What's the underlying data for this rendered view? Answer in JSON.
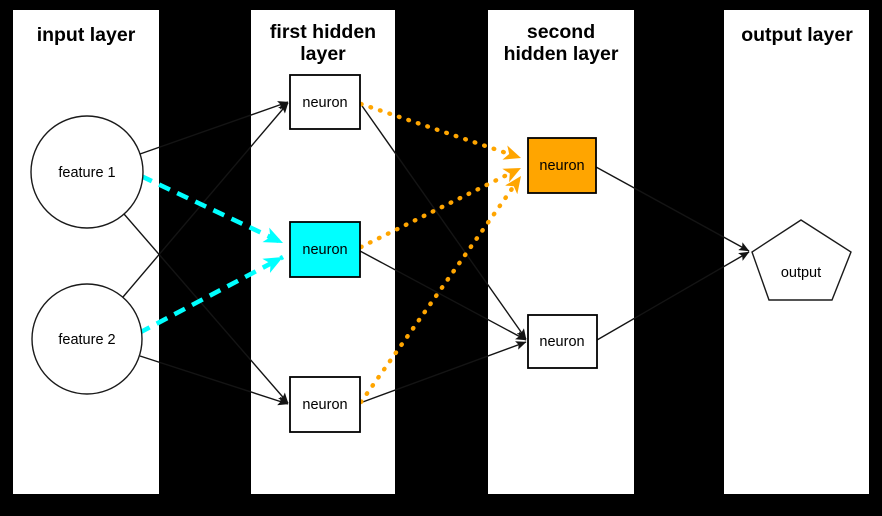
{
  "diagram": {
    "background_color": "#000000",
    "panel_color": "#ffffff",
    "edge_color": "#141414",
    "accent_cyan": "#00ffff",
    "accent_orange": "#ffa500",
    "panels": [
      {
        "id": "input-layer",
        "title_line1": "input layer",
        "title_line2": ""
      },
      {
        "id": "first-hidden-layer",
        "title_line1": "first hidden",
        "title_line2": "layer"
      },
      {
        "id": "second-hidden-layer",
        "title_line1": "second",
        "title_line2": "hidden layer"
      },
      {
        "id": "output-layer",
        "title_line1": "output layer",
        "title_line2": ""
      }
    ],
    "nodes": {
      "feature1": {
        "label": "feature 1",
        "shape": "circle",
        "fill": "#ffffff"
      },
      "feature2": {
        "label": "feature 2",
        "shape": "circle",
        "fill": "#ffffff"
      },
      "hidden1_neuron1": {
        "label": "neuron",
        "shape": "rect",
        "fill": "#ffffff"
      },
      "hidden1_neuron2": {
        "label": "neuron",
        "shape": "rect",
        "fill": "#00ffff"
      },
      "hidden1_neuron3": {
        "label": "neuron",
        "shape": "rect",
        "fill": "#ffffff"
      },
      "hidden2_neuron1": {
        "label": "neuron",
        "shape": "rect",
        "fill": "#ffa500"
      },
      "hidden2_neuron2": {
        "label": "neuron",
        "shape": "rect",
        "fill": "#ffffff"
      },
      "output": {
        "label": "output",
        "shape": "pentagon",
        "fill": "#ffffff"
      }
    },
    "edges": {
      "black_solid": [
        {
          "from": "feature1",
          "to": "hidden1_neuron1"
        },
        {
          "from": "feature1",
          "to": "hidden1_neuron3"
        },
        {
          "from": "feature2",
          "to": "hidden1_neuron1"
        },
        {
          "from": "feature2",
          "to": "hidden1_neuron3"
        },
        {
          "from": "hidden1_neuron1",
          "to": "hidden2_neuron2"
        },
        {
          "from": "hidden1_neuron2",
          "to": "hidden2_neuron2"
        },
        {
          "from": "hidden1_neuron3",
          "to": "hidden2_neuron2"
        },
        {
          "from": "hidden2_neuron1",
          "to": "output"
        },
        {
          "from": "hidden2_neuron2",
          "to": "output"
        }
      ],
      "cyan_dashed": [
        {
          "from": "feature1",
          "to": "hidden1_neuron2"
        },
        {
          "from": "feature2",
          "to": "hidden1_neuron2"
        }
      ],
      "orange_dotted": [
        {
          "from": "hidden1_neuron1",
          "to": "hidden2_neuron1"
        },
        {
          "from": "hidden1_neuron2",
          "to": "hidden2_neuron1"
        },
        {
          "from": "hidden1_neuron3",
          "to": "hidden2_neuron1"
        }
      ]
    }
  }
}
